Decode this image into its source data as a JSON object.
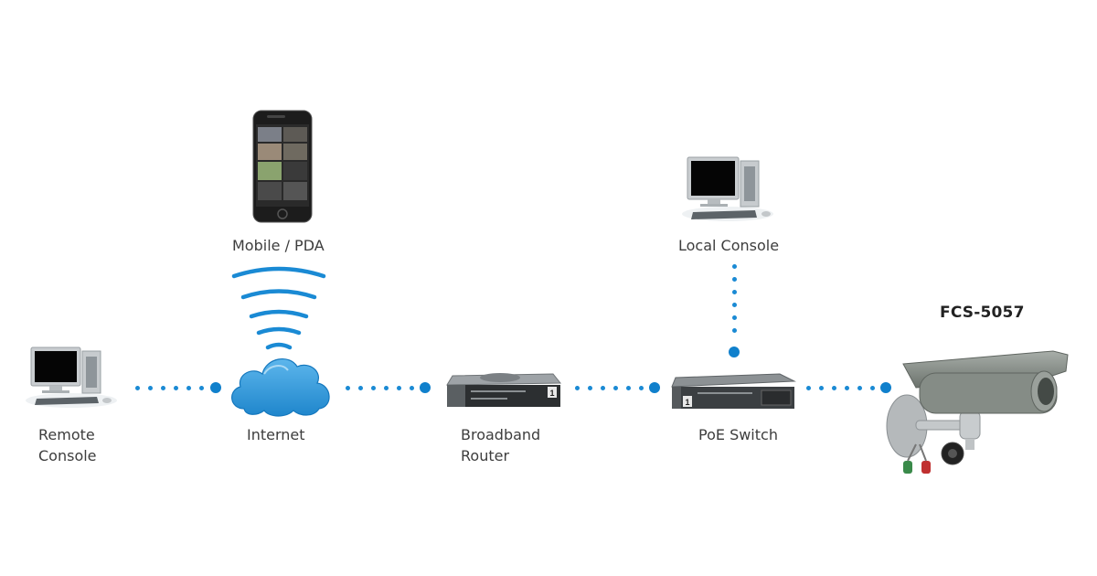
{
  "diagram": {
    "nodes": [
      {
        "id": "remote-console",
        "label_lines": [
          "Remote",
          "Console"
        ],
        "icon": "desktop-computer-icon"
      },
      {
        "id": "internet",
        "label_lines": [
          "Internet"
        ],
        "icon": "cloud-icon"
      },
      {
        "id": "broadband-router",
        "label_lines": [
          "Broadband",
          "Router"
        ],
        "icon": "router-icon"
      },
      {
        "id": "poe-switch",
        "label_lines": [
          "PoE Switch"
        ],
        "icon": "network-switch-icon"
      },
      {
        "id": "mobile-pda",
        "label_lines": [
          "Mobile / PDA"
        ],
        "icon": "smartphone-icon"
      },
      {
        "id": "local-console",
        "label_lines": [
          "Local Console"
        ],
        "icon": "desktop-computer-icon"
      },
      {
        "id": "camera",
        "label_lines": [],
        "icon": "bullet-camera-icon"
      }
    ],
    "camera_model": "FCS-5057",
    "connections": [
      {
        "from": "remote-console",
        "to": "internet",
        "style": "dotted"
      },
      {
        "from": "internet",
        "to": "broadband-router",
        "style": "dotted"
      },
      {
        "from": "broadband-router",
        "to": "poe-switch",
        "style": "dotted"
      },
      {
        "from": "poe-switch",
        "to": "camera",
        "style": "dotted"
      },
      {
        "from": "local-console",
        "to": "poe-switch",
        "style": "dotted"
      },
      {
        "from": "internet",
        "to": "mobile-pda",
        "style": "wireless"
      }
    ],
    "colors": {
      "link": "#1a8ad4",
      "cloud": "#2e9be0",
      "wireless": "#1a8ad4"
    }
  }
}
